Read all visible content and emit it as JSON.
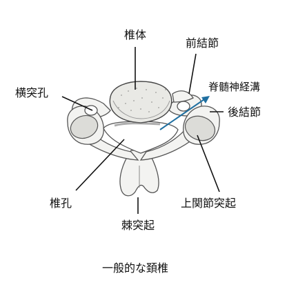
{
  "labels": {
    "vertebral_body": "椎体",
    "anterior_tubercle": "前結節",
    "spinal_canal": "脊髄神経溝",
    "transverse_foramen": "横突孔",
    "posterior_tubercle": "後結節",
    "vertebral_foramen": "椎孔",
    "superior_articular_process": "上関節突起",
    "spinous_process": "棘突起"
  },
  "caption": "一般的な頚椎",
  "colors": {
    "arrow": "#1f6fa0",
    "text": "#111111",
    "bone_outline": "#555555",
    "bone_fill": "#f3f3f1"
  }
}
